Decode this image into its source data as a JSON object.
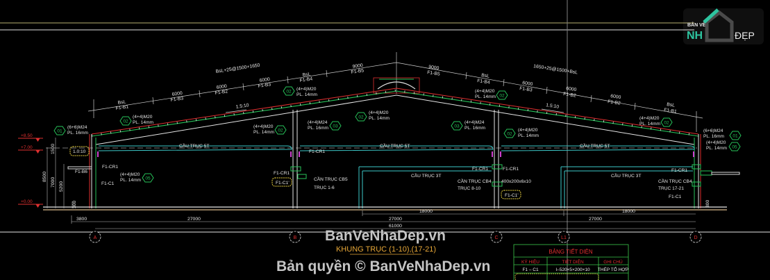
{
  "logo": {
    "line1": "BẢN VẼ",
    "line2": "NH",
    "line3": "ĐẸP",
    "colors": {
      "teal": "#2ec4a0",
      "dark": "#3a3a3a"
    }
  },
  "roof_dims": {
    "left_total": "BsL+25@1500+1650",
    "right_total": "1650+25@1500+BsL",
    "left": [
      {
        "len": "BsL",
        "mark": "F1-B1"
      },
      {
        "len": "6000",
        "mark": "F1-B3"
      },
      {
        "len": "6000",
        "mark": "F1-B2"
      },
      {
        "len": "6000",
        "mark": "F1-B3"
      },
      {
        "len": "BsL",
        "mark": "F1-B4"
      },
      {
        "len": "9000",
        "mark": "F1-B5"
      }
    ],
    "right": [
      {
        "len": "9000",
        "mark": "F1-B5"
      },
      {
        "len": "BsL",
        "mark": "F1-B4"
      },
      {
        "len": "6000",
        "mark": "F1-B3"
      },
      {
        "len": "6000",
        "mark": "F1-B2"
      },
      {
        "len": "6000",
        "mark": "F1-B2"
      },
      {
        "len": "BsL",
        "mark": "F1-B1"
      }
    ]
  },
  "slopes": [
    "1.5:10",
    "1.5:10"
  ],
  "connections": [
    {
      "tag": "01",
      "bolts": "(6+6)M24",
      "plate": "PL. 16mm"
    },
    {
      "tag": "02",
      "bolts": "(4+4)M20",
      "plate": "PL. 14mm"
    },
    {
      "tag": "02",
      "bolts": "(4+4)M20",
      "plate": "PL. 14mm"
    },
    {
      "tag": "03",
      "bolts": "(4+4)M24",
      "plate": "PL. 16mm"
    },
    {
      "tag": "02",
      "bolts": "(4+4)M20",
      "plate": "PL. 14mm"
    },
    {
      "tag": "02",
      "bolts": "(4+4)M20",
      "plate": "PL. 14mm"
    },
    {
      "tag": "05",
      "bolts": "(4+4)M20",
      "plate": "PL. 14mm"
    },
    {
      "tag": "02",
      "bolts": "(4+4)M20",
      "plate": "PL. 14mm"
    },
    {
      "tag": "03",
      "bolts": "(4+4)M24",
      "plate": "PL. 16mm"
    },
    {
      "tag": "02",
      "bolts": "(4+4)M20",
      "plate": "PL. 14mm"
    },
    {
      "tag": "02",
      "bolts": "(4+4)M20",
      "plate": "PL. 14mm"
    },
    {
      "tag": "01",
      "bolts": "(6+6)M24",
      "plate": "PL. 16mm"
    },
    {
      "tag": "05",
      "bolts": "(4+4)M20",
      "plate": "PL. 14mm"
    }
  ],
  "cranes": {
    "crane_5t": [
      "CẦU TRỤC 5T",
      "CẦU TRỤC 5T",
      "CẦU TRỤC 5T"
    ],
    "crane_3t": [
      "CẦU TRỤC 3T",
      "CẦU TRỤC 3T"
    ],
    "crane_beams": [
      {
        "name": "CẦN TRỤC CB5",
        "axes": "TRỤC 1-6"
      },
      {
        "name": "CẦN TRỤC CB4",
        "axes": "TRỤC 8-10"
      },
      {
        "name": "CẦN TRỤC CB4",
        "axes": "TRỤC 17-21"
      }
    ]
  },
  "members": {
    "cr1": [
      "F1-CR1",
      "F1-CR1",
      "F1-CR1",
      "F1-CR1",
      "F1-CR1",
      "F1-CR1"
    ],
    "b6": "F1-B6",
    "c1_left": "F1-C1",
    "c1_prime": [
      "F1-C1'",
      "F1-C1'"
    ],
    "c1_right": "F1-C1",
    "section": "400x200x6x10",
    "slope_box": "1.0:10"
  },
  "levels": [
    "+8.50",
    "+7.00",
    "+0.00"
  ],
  "vertical_dims": [
    "1500",
    "8500",
    "7000",
    "5200",
    "300",
    "300"
  ],
  "horizontal_dims": {
    "row1": [
      "18000",
      "18000"
    ],
    "row2": [
      "3800",
      "27000",
      "27000",
      "27000"
    ],
    "total": "61000"
  },
  "axes": [
    "A",
    "B",
    "C",
    "L1",
    "D"
  ],
  "title": "KHUNG TRỤC (1-10),(17-21)",
  "watermarks": [
    "BanVeNhaDep.vn",
    "Bản quyền © BanVeNhaDep.vn"
  ],
  "table": {
    "title": "BẢNG TIẾT DIỆN",
    "headers": [
      "KÝ HIỆU",
      "TIẾT DIỆN",
      "GHI CHÚ"
    ],
    "rows": [
      [
        "F1 – C1",
        "I–520×5×200×10",
        "THÉP TỔ HỢP"
      ]
    ]
  },
  "colors": {
    "background": "#000000",
    "roof_red": "#e03030",
    "green": "#27c45a",
    "cyan": "#3cc8c8",
    "magenta": "#d040d0",
    "yellow": "#e8d040",
    "title": "#e8a838"
  }
}
